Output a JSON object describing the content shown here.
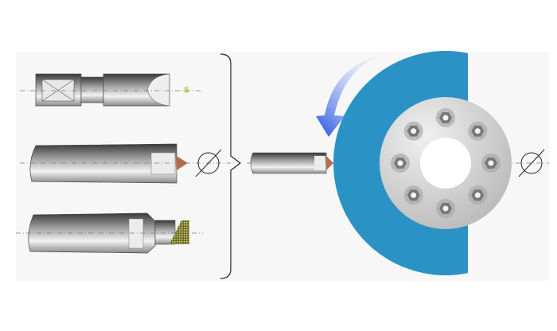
{
  "colors": {
    "panel": "#f7f7f7",
    "wheel": "#2a92c4",
    "hub": "#d4d4d4",
    "arrow": "#2b5fe0",
    "diamond_grit": "#a8a84a"
  },
  "figure": {
    "symbols": [
      "diameter-symbol",
      "diameter-symbol"
    ],
    "bolt_count": 8
  }
}
